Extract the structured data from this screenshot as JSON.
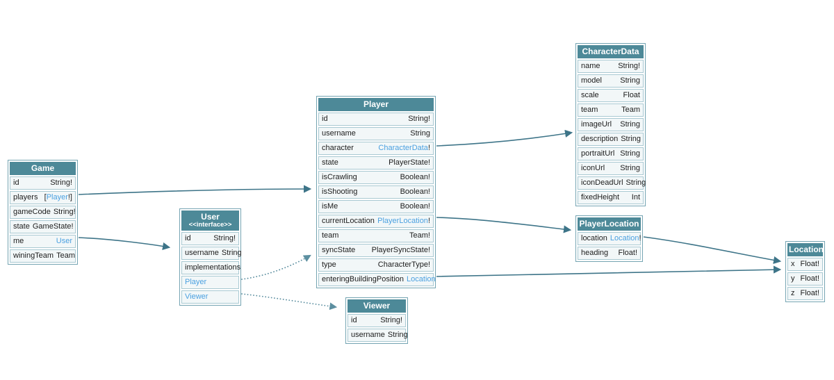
{
  "theme": {
    "canvas-bg": "#ffffff",
    "node-header-bg": "#4d8998",
    "node-header-text": "#ffffff",
    "row-bg": "#f2f7f8",
    "row-border": "#a9c9d2",
    "node-border": "#74a4b2",
    "field-text": "#1c1c1c",
    "type-link": "#4aa0e0",
    "arrow": "#3d7488",
    "arrow-dotted": "#5c8fa0"
  },
  "nodes": {
    "game": {
      "title": "Game",
      "rows": [
        {
          "field": "id",
          "type": "String!"
        },
        {
          "field": "players",
          "type_prefix": "[",
          "type_link": "Player",
          "type_suffix": "!]"
        },
        {
          "field": "gameCode",
          "type": "String!"
        },
        {
          "field": "state",
          "type": "GameState!"
        },
        {
          "field": "me",
          "type_link": "User"
        },
        {
          "field": "winingTeam",
          "type": "Team"
        }
      ]
    },
    "user": {
      "title": "User",
      "subtitle": "<<interface>>",
      "rows": [
        {
          "field": "id",
          "type": "String!"
        },
        {
          "field": "username",
          "type": "String"
        },
        {
          "field": "implementations"
        },
        {
          "field_link": "Player"
        },
        {
          "field_link": "Viewer"
        }
      ]
    },
    "player": {
      "title": "Player",
      "rows": [
        {
          "field": "id",
          "type": "String!"
        },
        {
          "field": "username",
          "type": "String"
        },
        {
          "field": "character",
          "type_link": "CharacterData",
          "type_suffix": "!"
        },
        {
          "field": "state",
          "type": "PlayerState!"
        },
        {
          "field": "isCrawling",
          "type": "Boolean!"
        },
        {
          "field": "isShooting",
          "type": "Boolean!"
        },
        {
          "field": "isMe",
          "type": "Boolean!"
        },
        {
          "field": "currentLocation",
          "type_link": "PlayerLocation",
          "type_suffix": "!"
        },
        {
          "field": "team",
          "type": "Team!"
        },
        {
          "field": "syncState",
          "type": "PlayerSyncState!"
        },
        {
          "field": "type",
          "type": "CharacterType!"
        },
        {
          "field": "enteringBuildingPosition",
          "type_link": "Location"
        }
      ]
    },
    "characterData": {
      "title": "CharacterData",
      "rows": [
        {
          "field": "name",
          "type": "String!"
        },
        {
          "field": "model",
          "type": "String"
        },
        {
          "field": "scale",
          "type": "Float"
        },
        {
          "field": "team",
          "type": "Team"
        },
        {
          "field": "imageUrl",
          "type": "String"
        },
        {
          "field": "description",
          "type": "String"
        },
        {
          "field": "portraitUrl",
          "type": "String"
        },
        {
          "field": "iconUrl",
          "type": "String"
        },
        {
          "field": "iconDeadUrl",
          "type": "String"
        },
        {
          "field": "fixedHeight",
          "type": "Int"
        }
      ]
    },
    "playerLocation": {
      "title": "PlayerLocation",
      "rows": [
        {
          "field": "location",
          "type_link": "Location",
          "type_suffix": "!"
        },
        {
          "field": "heading",
          "type": "Float!"
        }
      ]
    },
    "location": {
      "title": "Location",
      "rows": [
        {
          "field": "x",
          "type": "Float!"
        },
        {
          "field": "y",
          "type": "Float!"
        },
        {
          "field": "z",
          "type": "Float!"
        }
      ]
    },
    "viewer": {
      "title": "Viewer",
      "rows": [
        {
          "field": "id",
          "type": "String!"
        },
        {
          "field": "username",
          "type": "String"
        }
      ]
    }
  },
  "edges": [
    {
      "from": "Game.players",
      "to": "Player",
      "style": "solid"
    },
    {
      "from": "Game.me",
      "to": "User",
      "style": "solid"
    },
    {
      "from": "User.Player",
      "to": "Player",
      "style": "dotted"
    },
    {
      "from": "User.Viewer",
      "to": "Viewer",
      "style": "dotted"
    },
    {
      "from": "Player.character",
      "to": "CharacterData",
      "style": "solid"
    },
    {
      "from": "Player.currentLocation",
      "to": "PlayerLocation",
      "style": "solid"
    },
    {
      "from": "PlayerLocation.location",
      "to": "Location",
      "style": "solid"
    },
    {
      "from": "Player.enteringBuildingPosition",
      "to": "Location",
      "style": "solid"
    }
  ]
}
